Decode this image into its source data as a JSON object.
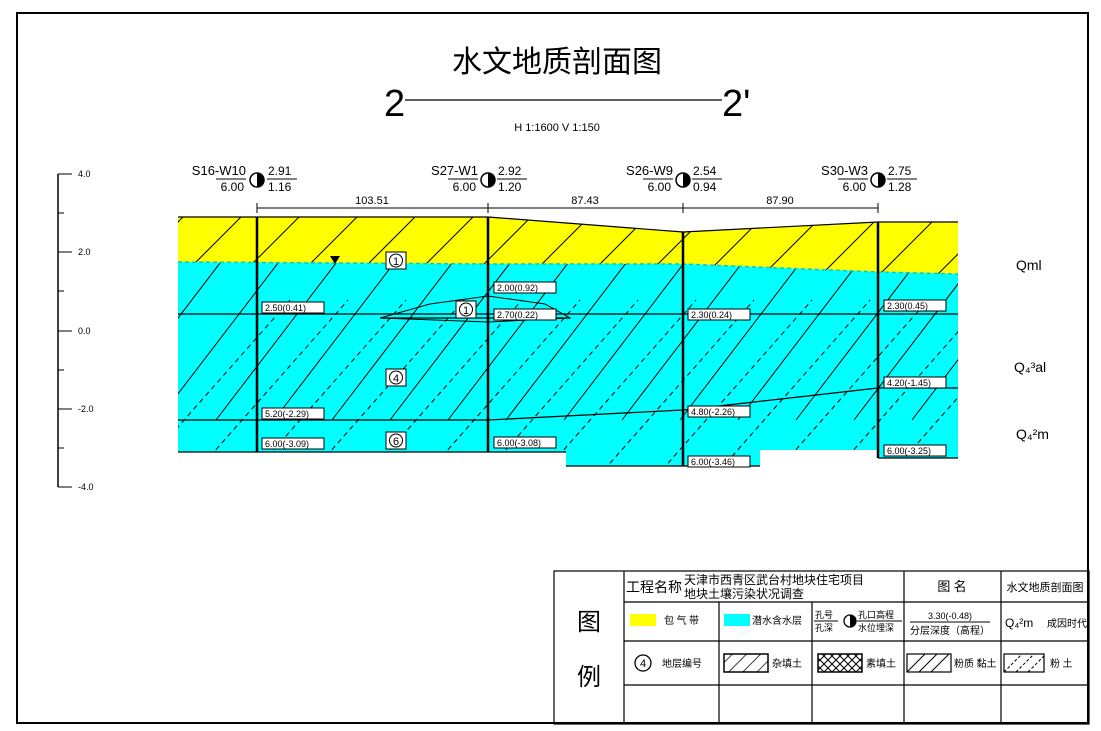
{
  "title": "水文地质剖面图",
  "section": {
    "start": "2",
    "end": "2'"
  },
  "scale": "H 1:1600 V 1:150",
  "elevation_axis": {
    "ticks": [
      "4.0",
      "2.0",
      "0.0",
      "-2.0",
      "-4.0"
    ]
  },
  "boreholes": [
    {
      "id": "S16-W10",
      "head_elev": "2.91",
      "depth": "6.00",
      "water_depth": "1.16"
    },
    {
      "id": "S27-W1",
      "head_elev": "2.92",
      "depth": "6.00",
      "water_depth": "1.20"
    },
    {
      "id": "S26-W9",
      "head_elev": "2.54",
      "depth": "6.00",
      "water_depth": "0.94"
    },
    {
      "id": "S30-W3",
      "head_elev": "2.75",
      "depth": "6.00",
      "water_depth": "1.28"
    }
  ],
  "spacings": [
    "103.51",
    "87.43",
    "87.90"
  ],
  "layer_numbers": [
    "1",
    "1",
    "4",
    "6"
  ],
  "depth_labels": [
    "2.50(0.41)",
    "5.20(-2.29)",
    "6.00(-3.09)",
    "2.00(0.92)",
    "2.70(0.22)",
    "6.00(-3.08)",
    "2.30(0.24)",
    "4.80(-2.26)",
    "6.00(-3.46)",
    "2.30(0.45)",
    "4.20(-1.45)",
    "6.00(-3.25)"
  ],
  "ages": {
    "qml": "Qml",
    "q4al": "Q₄³al",
    "q4m": "Q₄²m"
  },
  "colors": {
    "vadose": "#ffff00",
    "aquifer": "#00ffff"
  },
  "title_block": {
    "project_label": "工程名称",
    "project_name_1": "天津市西青区武台村地块住宅项目",
    "project_name_2": "地块土壤污染状况调查",
    "drawing_name_label": "图 名",
    "drawing_name": "水文地质剖面图",
    "legend_label_1": "图",
    "legend_label_2": "例",
    "legend_vadose": "包 气 带",
    "legend_aquifer": "潜水含水层",
    "legend_hole_1": "孔号",
    "legend_hole_2": "孔深",
    "legend_hole_3": "孔口高程",
    "legend_hole_4": "水位埋深",
    "legend_depth_sample": "3.30(-0.48)",
    "legend_depth_text": "分层深度（高程）",
    "legend_age_symbol": "Q₄²m",
    "legend_age_text": "成因时代",
    "legend_layer_num": "4",
    "legend_layer_text": "地层编号",
    "legend_fill": "杂填土",
    "legend_plain_fill": "素填土",
    "legend_silty_clay": "粉质 黏土",
    "legend_silt": "粉  土"
  }
}
